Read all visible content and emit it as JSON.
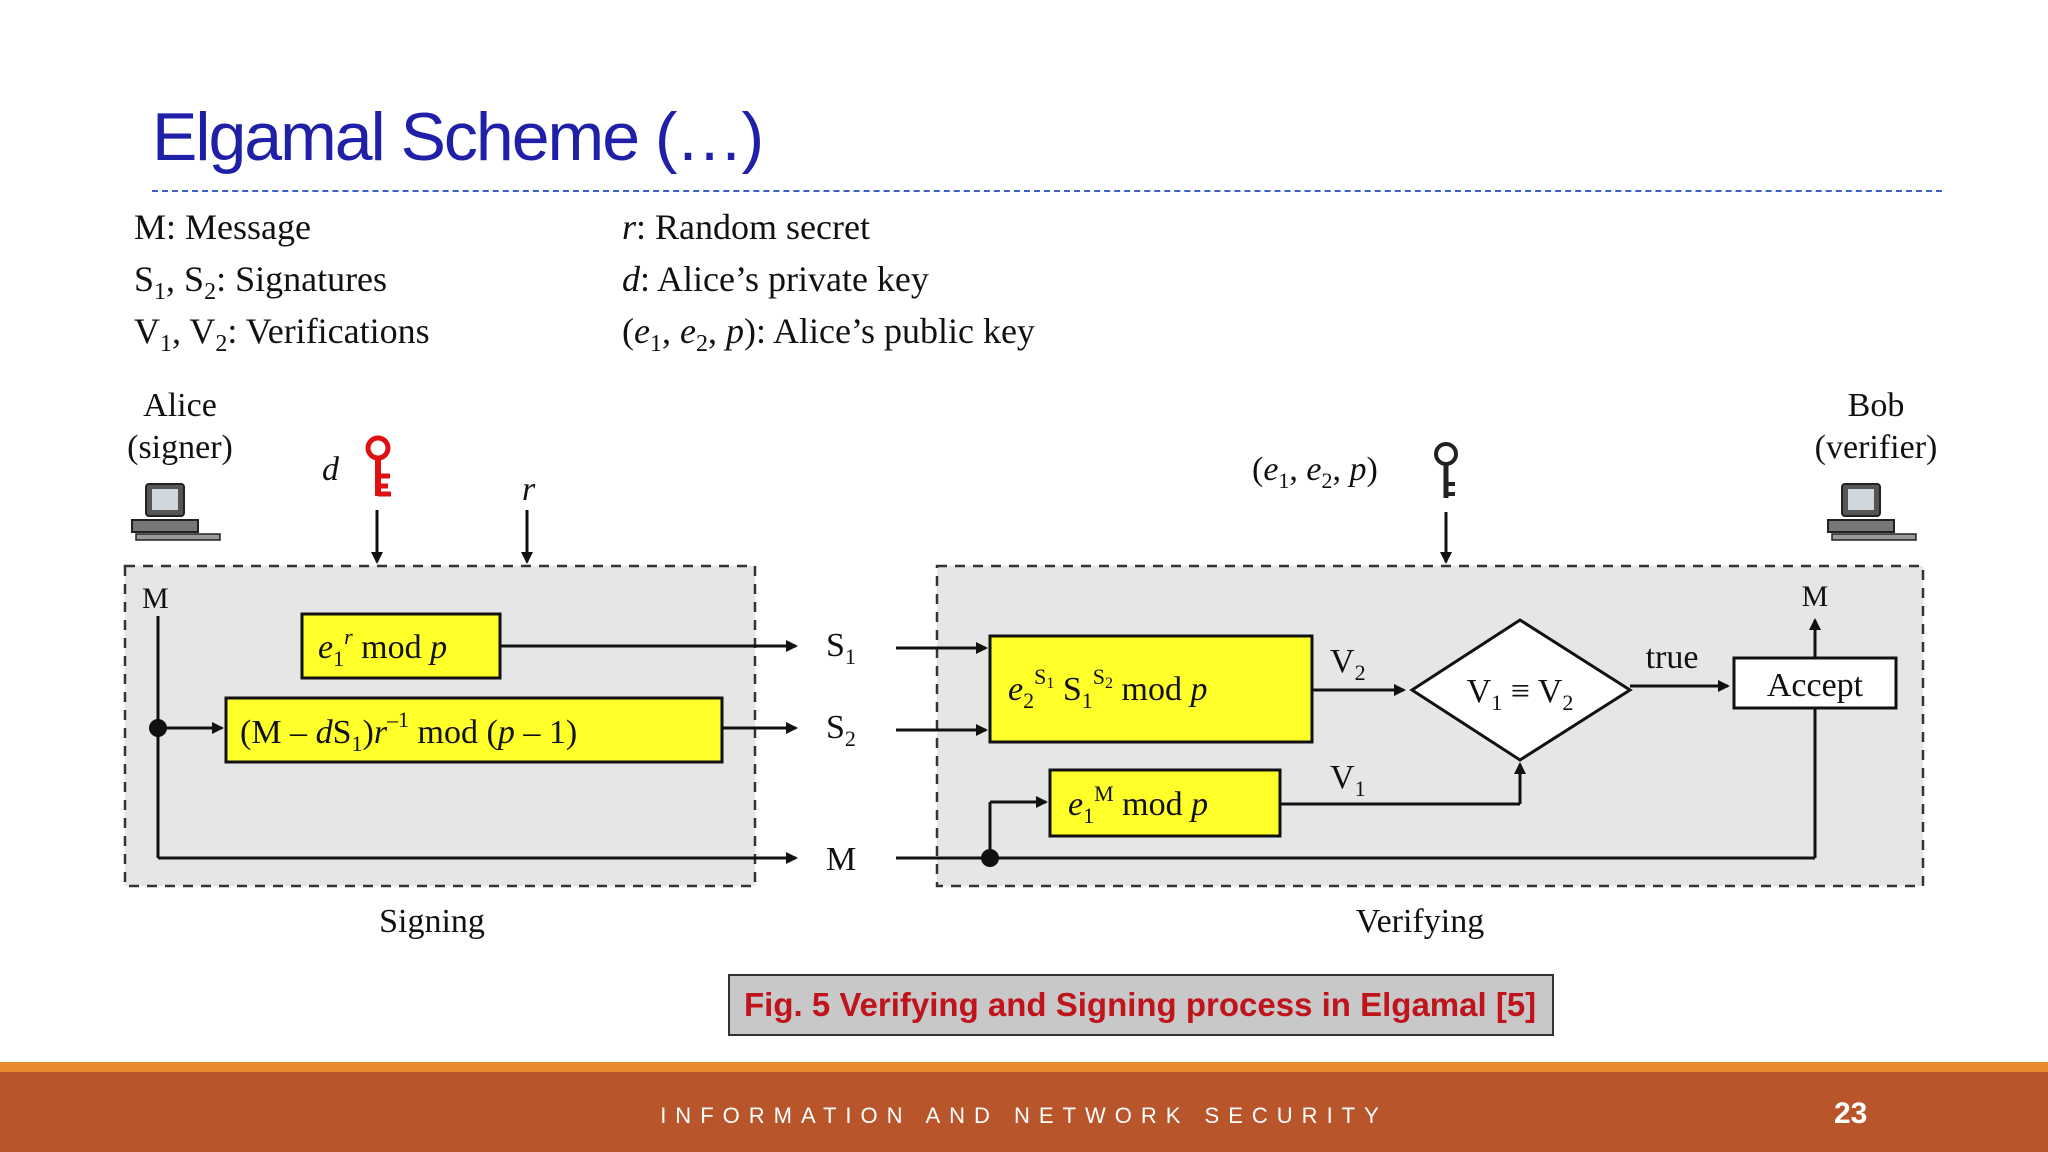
{
  "slide": {
    "title": "Elgamal Scheme (…)",
    "caption": "Fig. 5 Verifying and Signing process in Elgamal [5]",
    "footer_text": "INFORMATION AND NETWORK SECURITY",
    "page_number": "23"
  },
  "legend": {
    "left": [
      {
        "term": "M",
        "desc": ": Message"
      },
      {
        "term": "S1, S2",
        "desc": ": Signatures"
      },
      {
        "term": "V1, V2",
        "desc": ": Verifications"
      }
    ],
    "right": [
      {
        "term": "r",
        "desc": ": Random secret"
      },
      {
        "term": "d",
        "desc": ": Alice’s private key"
      },
      {
        "term": "(e1, e2, p)",
        "desc": ": Alice’s public key"
      }
    ]
  },
  "diagram": {
    "alice_name": "Alice",
    "alice_role": "(signer)",
    "bob_name": "Bob",
    "bob_role": "(verifier)",
    "private_key_label": "d",
    "random_label": "r",
    "public_key_label": "(e1, e2, p)",
    "signing_label": "Signing",
    "verifying_label": "Verifying",
    "message_label": "M",
    "s1_label": "S1",
    "s2_label": "S2",
    "v1_label": "V1",
    "v2_label": "V2",
    "true_label": "true",
    "accept_label": "Accept",
    "compare_label": "V1 ≡ V2",
    "box_s1": "e1^r mod p",
    "box_s2": "(M − dS1)r^−1 mod (p − 1)",
    "box_v2": "e2^S1 S1^S2 mod p",
    "box_v1": "e1^M mod p",
    "colors": {
      "box_fill": "#ffff2a",
      "panel_fill": "#e6e6e6",
      "private_key": "#e01010"
    },
    "icons": [
      "computer-icon",
      "private-key-icon",
      "public-key-icon"
    ]
  }
}
